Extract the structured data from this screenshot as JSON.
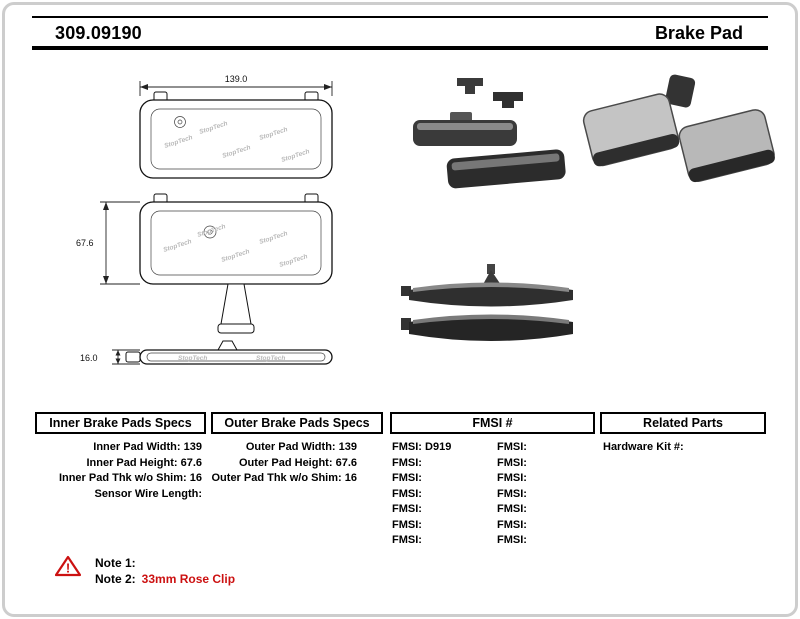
{
  "header": {
    "part_number": "309.09190",
    "product_type": "Brake Pad"
  },
  "drawing": {
    "dim_width": "139.0",
    "dim_height": "67.6",
    "dim_thickness": "16.0",
    "watermark": "StopTech"
  },
  "specs": {
    "inner": {
      "header": "Inner Brake Pads Specs",
      "rows": [
        {
          "label": "Inner Pad Width:",
          "value": "139"
        },
        {
          "label": "Inner Pad Height:",
          "value": "67.6"
        },
        {
          "label": "Inner Pad Thk w/o Shim:",
          "value": "16"
        },
        {
          "label": "Sensor Wire Length:",
          "value": ""
        }
      ]
    },
    "outer": {
      "header": "Outer Brake Pads Specs",
      "rows": [
        {
          "label": "Outer Pad Width:",
          "value": "139"
        },
        {
          "label": "Outer Pad Height:",
          "value": "67.6"
        },
        {
          "label": "Outer Pad Thk w/o Shim:",
          "value": "16"
        }
      ]
    },
    "fmsi": {
      "header": "FMSI #",
      "left_rows": [
        {
          "label": "FMSI:",
          "value": "D919"
        },
        {
          "label": "FMSI:",
          "value": ""
        },
        {
          "label": "FMSI:",
          "value": ""
        },
        {
          "label": "FMSI:",
          "value": ""
        },
        {
          "label": "FMSI:",
          "value": ""
        },
        {
          "label": "FMSI:",
          "value": ""
        },
        {
          "label": "FMSI:",
          "value": ""
        }
      ],
      "right_rows": [
        {
          "label": "FMSI:",
          "value": ""
        },
        {
          "label": "FMSI:",
          "value": ""
        },
        {
          "label": "FMSI:",
          "value": ""
        },
        {
          "label": "FMSI:",
          "value": ""
        },
        {
          "label": "FMSI:",
          "value": ""
        },
        {
          "label": "FMSI:",
          "value": ""
        },
        {
          "label": "FMSI:",
          "value": ""
        }
      ]
    },
    "related": {
      "header": "Related Parts",
      "rows": [
        {
          "label": "Hardware Kit #:",
          "value": ""
        }
      ]
    }
  },
  "notes": {
    "note1_label": "Note 1:",
    "note1_value": "",
    "note2_label": "Note 2:",
    "note2_value": "33mm Rose Clip"
  },
  "icons": {
    "warning_glyph": "!"
  },
  "colors": {
    "accent_red": "#cc1111",
    "line_black": "#000000",
    "border_gray": "#cdcdcd"
  }
}
